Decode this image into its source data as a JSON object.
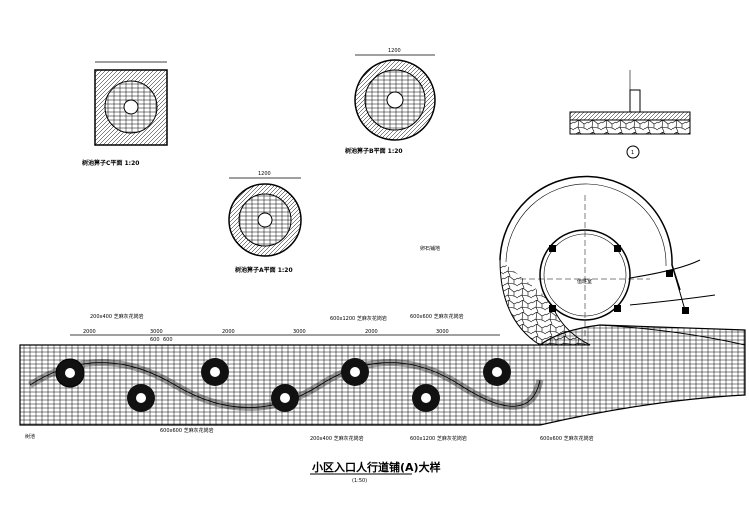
{
  "drawing": {
    "main_title": "小区入口人行道铺(A)大样",
    "main_scale": "(1:50)",
    "detail_c_title": "树池箅子C平面 1:20",
    "detail_b_title": "树池箅子B平面 1:20",
    "detail_a_title": "树池箅子A平面 1:20",
    "grate_diameter": "1200",
    "section_marker": "1",
    "room_label": "值班室",
    "dimensions": [
      "2000",
      "3000",
      "2000",
      "3000",
      "2000",
      "3000"
    ],
    "sub_dimensions": [
      "600",
      "600"
    ],
    "notes": [
      "200x400 芝麻灰花岗岩",
      "600x600 芝麻灰花岗岩",
      "600x1200 芝麻灰花岗岩",
      "卵石铺地",
      "树池"
    ]
  },
  "colors": {
    "ink": "#000000",
    "paper": "#ffffff"
  }
}
